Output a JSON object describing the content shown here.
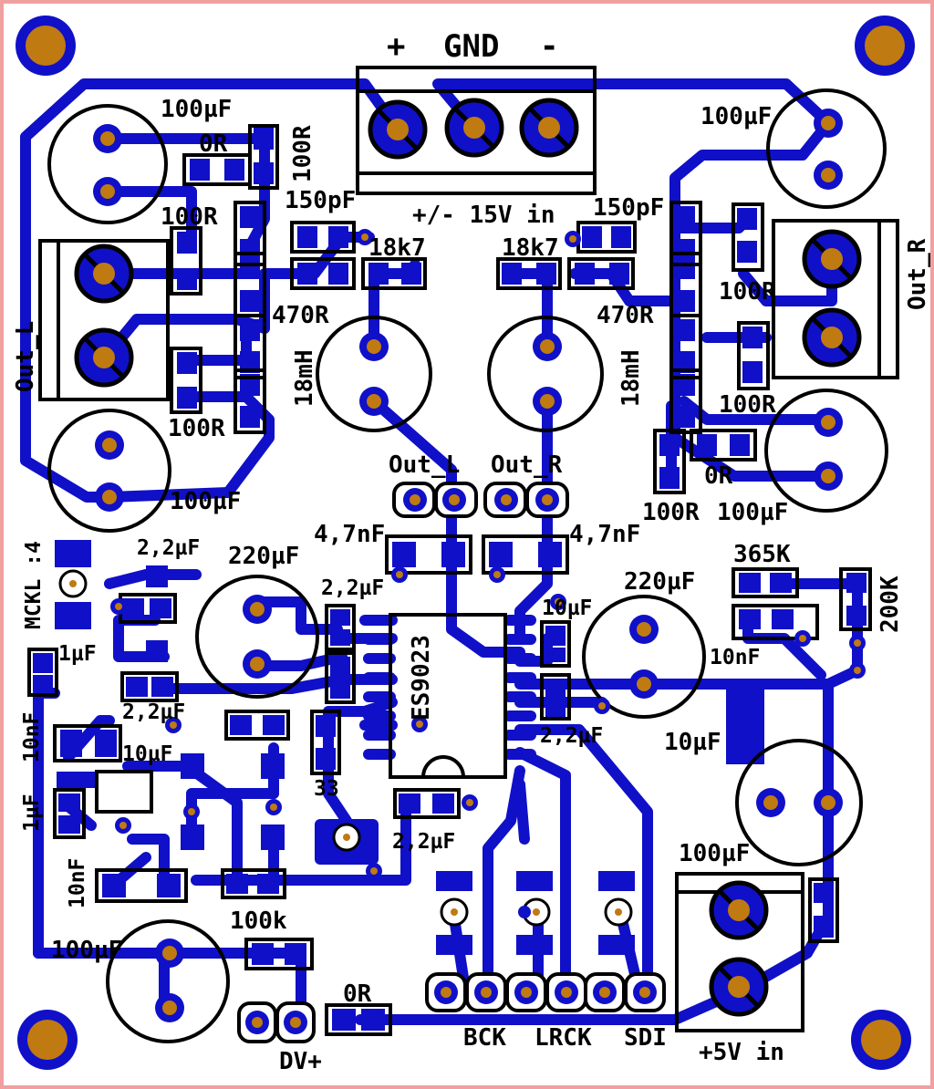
{
  "board": {
    "colors": {
      "background": "#ffffff",
      "outline": "#f0a0a0",
      "copper": "#1010c8",
      "drill": "#c07a12",
      "silkscreen": "#000000"
    },
    "labels": {
      "power_header": [
        "+",
        "GND",
        "-"
      ],
      "power_in": "+/- 15V in",
      "chip": "ES9023",
      "out_l_terminal": "Out_L",
      "out_r_terminal": "Out_R",
      "out_l_header": "Out_L",
      "out_r_header": "Out_R",
      "mclk": "MCKL :4",
      "bck": "BCK",
      "lrck": "LRCK",
      "sdi": "SDI",
      "dv_plus": "DV+",
      "five_v_in": "+5V in"
    },
    "components": {
      "cap_100uf_tl": "100µF",
      "res_0r_tl": "0R",
      "res_100r_tl_v": "100R",
      "res_100r_tl": "100R",
      "cap_150pf_l": "150pF",
      "res_18k7_l": "18k7",
      "res_470r_l": "470R",
      "ind_18mh_l": "18mH",
      "res_100r_bl": "100R",
      "cap_100uf_ml": "100µF",
      "cap_100uf_tr": "100µF",
      "cap_150pf_r": "150pF",
      "res_18k7_r": "18k7",
      "res_470r_r": "470R",
      "ind_18mh_r": "18mH",
      "res_100r_r1": "100R",
      "res_100r_r2": "100R",
      "res_0r_r": "0R",
      "res_100r_r3": "100R",
      "cap_100uf_mr": "100µF",
      "cap_4n7_l": "4,7nF",
      "cap_4n7_r": "4,7nF",
      "cap_2u2_a": "2,2µF",
      "cap_220uf_l": "220µF",
      "cap_2u2_b": "2,2µF",
      "cap_220uf_r": "220µF",
      "cap_10uf_a": "10µF",
      "res_365k": "365K",
      "res_200k": "200K",
      "cap_10nf_r": "10nF",
      "cap_10uf_r": "10µF",
      "cap_1uf_a": "1µF",
      "cap_2u2_c": "2,2µF",
      "cap_10nf_a": "10nF",
      "cap_10uf_l": "10µF",
      "cap_1uf_b": "1µF",
      "cap_2u2_d": "2,2µF",
      "res_33": "33",
      "cap_2u2_e": "2,2µF",
      "cap_10nf_b": "10nF",
      "res_100k": "100k",
      "cap_100uf_bl": "100µF",
      "res_0r_b": "0R",
      "cap_100uf_br": "100µF"
    }
  }
}
